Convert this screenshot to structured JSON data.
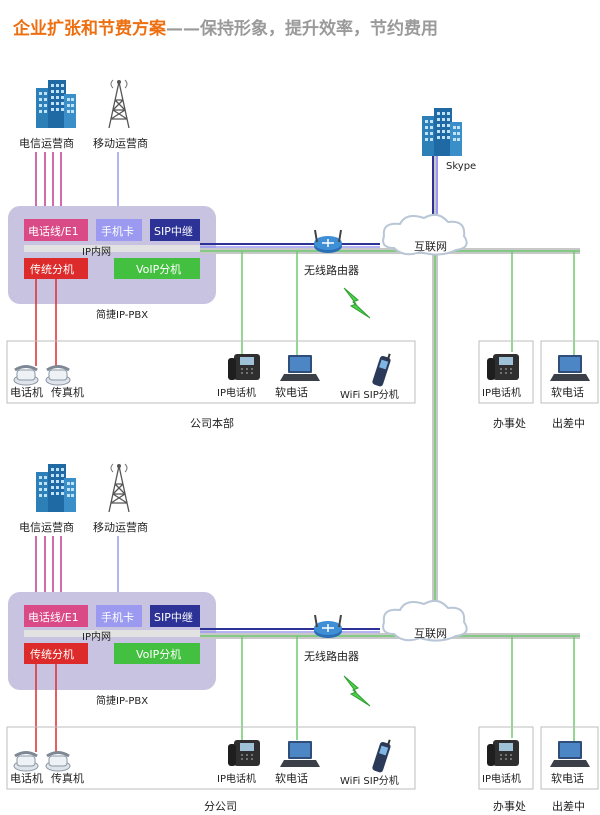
{
  "header": {
    "accent": "企业扩张和节费方案",
    "dash": "——",
    "rest": "保持形象，提升效率，节约费用"
  },
  "external": {
    "skype": "Skype"
  },
  "head_office": {
    "telecom_carrier": "电信运营商",
    "mobile_carrier": "移动运营商",
    "pstn_line": "电话线/E1",
    "sim_card": "手机卡",
    "sip_trunk": "SIP中继",
    "lan": "IP内网",
    "legacy_ext": "传统分机",
    "voip_ext": "VoIP分机",
    "pbx_name": "简捷IP-PBX",
    "router": "无线路由器",
    "internet": "互联网",
    "phone": "电话机",
    "fax": "传真机",
    "ip_phone": "IP电话机",
    "softphone": "软电话",
    "wifi_sip": "WiFi SIP分机",
    "site_name": "公司本部",
    "remote_ip_phone": "IP电话机",
    "remote_softphone": "软电话",
    "remote_office": "办事处",
    "remote_travel": "出差中"
  },
  "branch": {
    "telecom_carrier": "电信运营商",
    "mobile_carrier": "移动运营商",
    "pstn_line": "电话线/E1",
    "sim_card": "手机卡",
    "sip_trunk": "SIP中继",
    "lan": "IP内网",
    "legacy_ext": "传统分机",
    "voip_ext": "VoIP分机",
    "pbx_name": "简捷IP-PBX",
    "router": "无线路由器",
    "internet": "互联网",
    "phone": "电话机",
    "fax": "传真机",
    "ip_phone": "IP电话机",
    "softphone": "软电话",
    "wifi_sip": "WiFi SIP分机",
    "site_name": "分公司",
    "remote_ip_phone": "IP电话机",
    "remote_softphone": "软电话",
    "remote_office": "办事处",
    "remote_travel": "出差中"
  },
  "colors": {
    "pbx_bg": "#c7c3e0",
    "pstn": "#d94a86",
    "sim": "#9b9af0",
    "sip": "#2c3296",
    "legacy": "#dd2b2b",
    "voip": "#44c040",
    "backbone": "#c8c8c8",
    "green_line": "#6ecb6e",
    "lan_bar": "#d8d8d8"
  }
}
